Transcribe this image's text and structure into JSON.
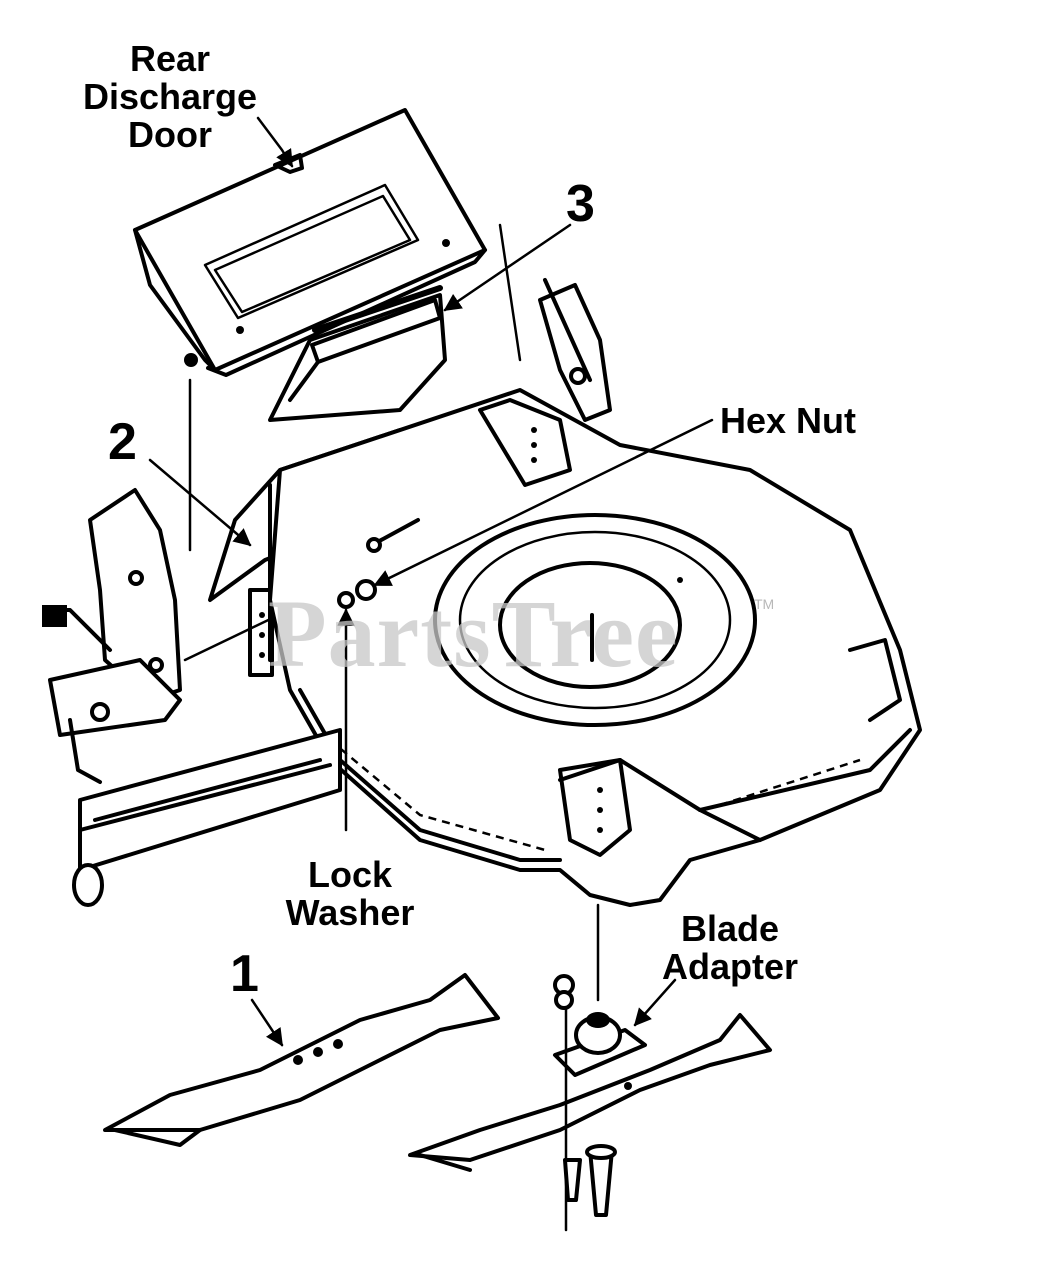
{
  "labels": {
    "rear_discharge_door": [
      "Rear",
      "Discharge",
      "Door"
    ],
    "callout_3": "3",
    "callout_2": "2",
    "hex_nut": "Hex Nut",
    "lock_washer": [
      "Lock",
      "Washer"
    ],
    "callout_1": "1",
    "blade_adapter": [
      "Blade",
      "Adapter"
    ]
  },
  "watermark": {
    "text": "PartsTree",
    "trademark": "TM"
  },
  "colors": {
    "ink": "#000000",
    "paper": "#ffffff",
    "watermark": "#c8c8c8"
  }
}
